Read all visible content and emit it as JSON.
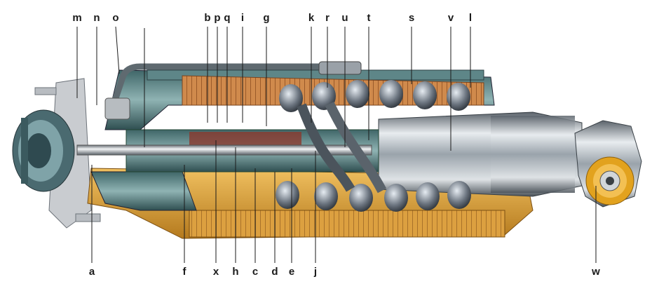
{
  "diagram": {
    "top_labels": [
      "m",
      "n",
      "o",
      "b",
      "p",
      "q",
      "i",
      "g",
      "k",
      "r",
      "u",
      "t",
      "s",
      "v",
      "l"
    ],
    "bottom_labels": [
      "a",
      "f",
      "x",
      "h",
      "c",
      "d",
      "e",
      "j",
      "w"
    ],
    "colors": {
      "spring": "#c77a3d",
      "shell_orange": "#d9a23a",
      "shell_steel": "#5f8a8c",
      "rod_chrome": "#c9cdd2",
      "body_chrome": "#9ea6ae",
      "bushing": "#e2a21e"
    }
  }
}
